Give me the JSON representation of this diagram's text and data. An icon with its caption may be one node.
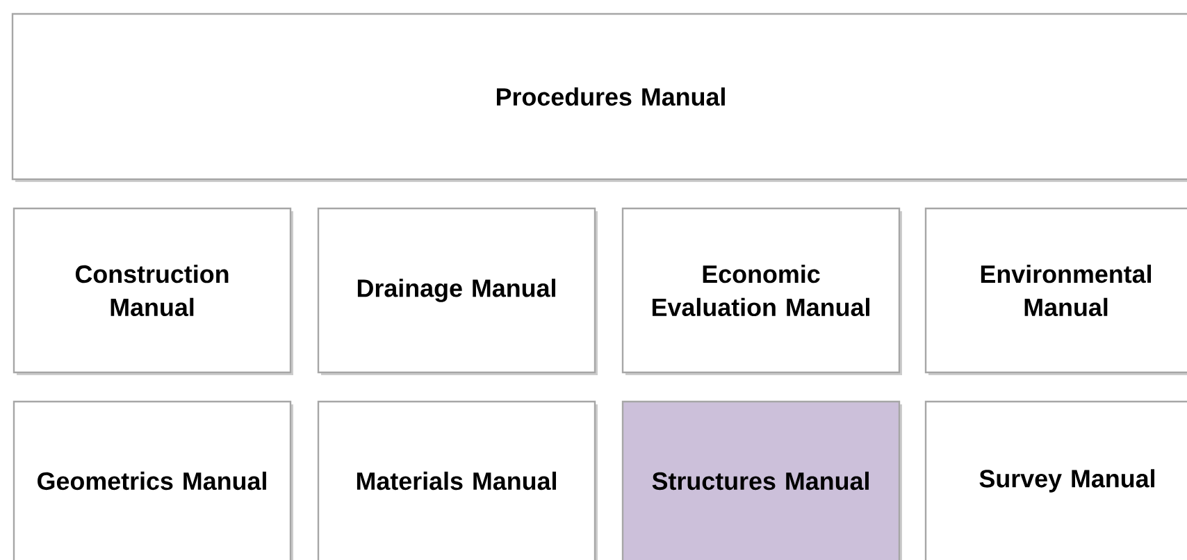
{
  "diagram": {
    "nodes": [
      {
        "text": [
          "Procedures Manual"
        ]
      },
      {
        "text": [
          "Construction Manual"
        ]
      },
      {
        "text": [
          "Drainage Manual"
        ]
      },
      {
        "text": [
          "Economic Evaluation Manual"
        ]
      },
      {
        "text": [
          "Environmental Manual"
        ]
      },
      {
        "text": [
          "Geometrics Manual"
        ]
      },
      {
        "text": [
          "Materials Manual"
        ]
      },
      {
        "text": [
          "Structures Manual"
        ]
      },
      {
        "text": [
          "Survey Manual"
        ]
      }
    ]
  }
}
